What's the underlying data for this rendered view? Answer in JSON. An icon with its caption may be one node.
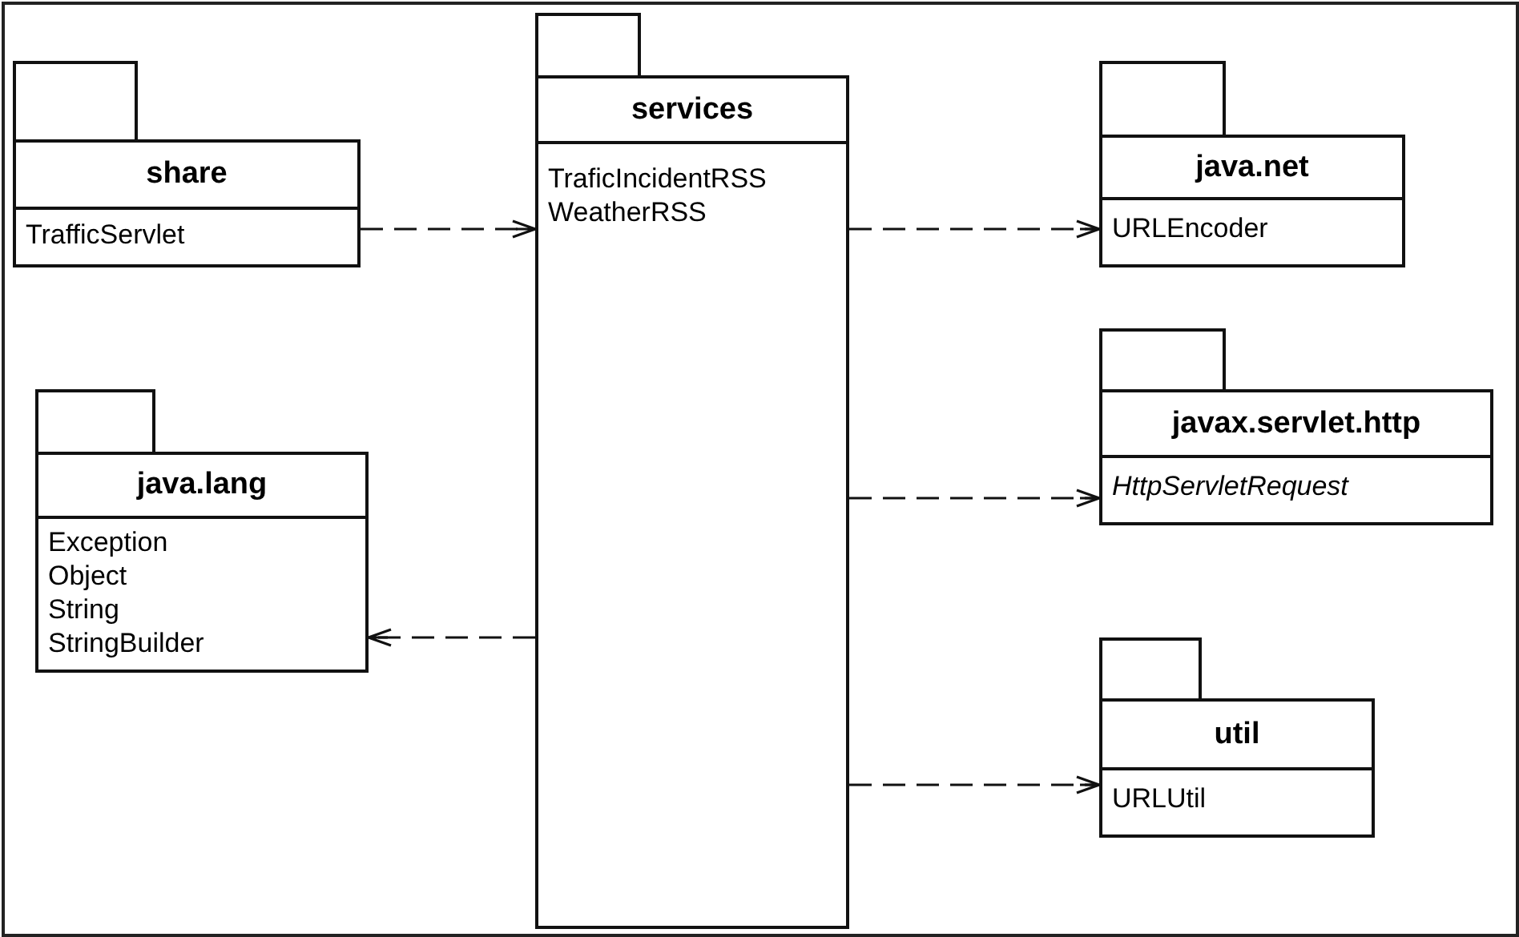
{
  "diagram": {
    "nodes": [
      {
        "text": [
          "share",
          "TrafficServlet"
        ]
      },
      {
        "text": [
          "java.lang",
          "Exception",
          "Object",
          "String",
          "StringBuilder"
        ]
      },
      {
        "text": [
          "services",
          "TraficIncidentRSS",
          "WeatherRSS"
        ]
      },
      {
        "text": [
          "java.net",
          "URLEncoder"
        ]
      },
      {
        "text": [
          "javax.servlet.http",
          "HttpServletRequest"
        ]
      },
      {
        "text": [
          "util",
          "URLUtil"
        ]
      }
    ],
    "edges": [
      {
        "from": 0,
        "to": 2,
        "arrow": "to",
        "style": "dashed"
      },
      {
        "from": 2,
        "to": 3,
        "arrow": "to",
        "style": "dashed"
      },
      {
        "from": 2,
        "to": 4,
        "arrow": "to",
        "style": "dashed"
      },
      {
        "from": 2,
        "to": 1,
        "arrow": "to",
        "style": "dashed"
      },
      {
        "from": 2,
        "to": 5,
        "arrow": "to",
        "style": "dashed"
      }
    ]
  }
}
